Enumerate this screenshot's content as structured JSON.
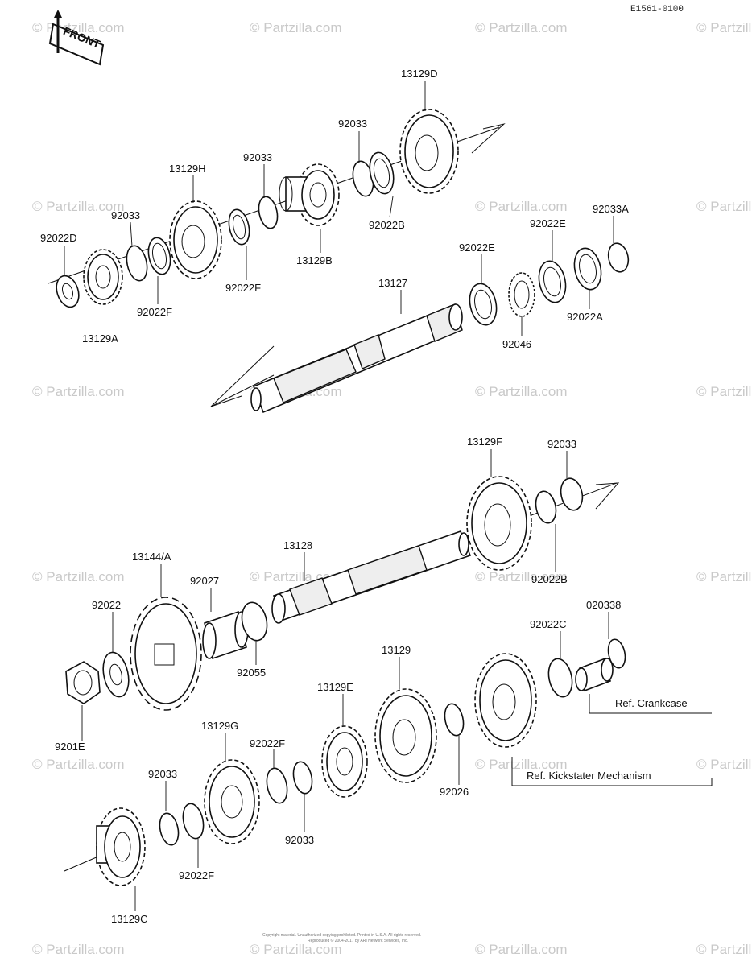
{
  "diagram": {
    "code": "E1561-0100",
    "front_label": "FRONT",
    "watermark": "© Partzilla.com",
    "labels": {
      "p13129D": "13129D",
      "p92033_a": "92033",
      "p92033_b": "92033",
      "p13129H": "13129H",
      "p92033_c": "92033",
      "p92022D": "92022D",
      "p92022B_a": "92022B",
      "p13129B": "13129B",
      "p92022F_a": "92022F",
      "p92022F_b": "92022F",
      "p13129A": "13129A",
      "p92022E_a": "92022E",
      "p92022E_b": "92022E",
      "p92033A": "92033A",
      "p13127": "13127",
      "p92046": "92046",
      "p92022A": "92022A",
      "p13129F": "13129F",
      "p92033_d": "92033",
      "p92022B_b": "92022B",
      "p13128": "13128",
      "p13144A": "13144/A",
      "p92027": "92027",
      "p92022": "92022",
      "p92055": "92055",
      "p020338": "020338",
      "p92022C": "92022C",
      "p13129": "13129",
      "p13129E": "13129E",
      "p92015": "9201E",
      "p13129G": "13129G",
      "p92022F_c": "92022F",
      "p92033_e": "92033",
      "p92026": "92026",
      "p92033_f": "92033",
      "p92022F_d": "92022F",
      "p13129C": "13129C"
    },
    "refs": {
      "crankcase": "Ref. Crankcase",
      "kickstarter": "Ref. Kickstater Mechanism"
    },
    "footer": {
      "line1": "Copyright material. Unauthorized copying prohibited. Printed in U.S.A. All rights reserved.",
      "line2": "Reproduced © 2004-2017 by ARI Network Services, Inc."
    }
  }
}
